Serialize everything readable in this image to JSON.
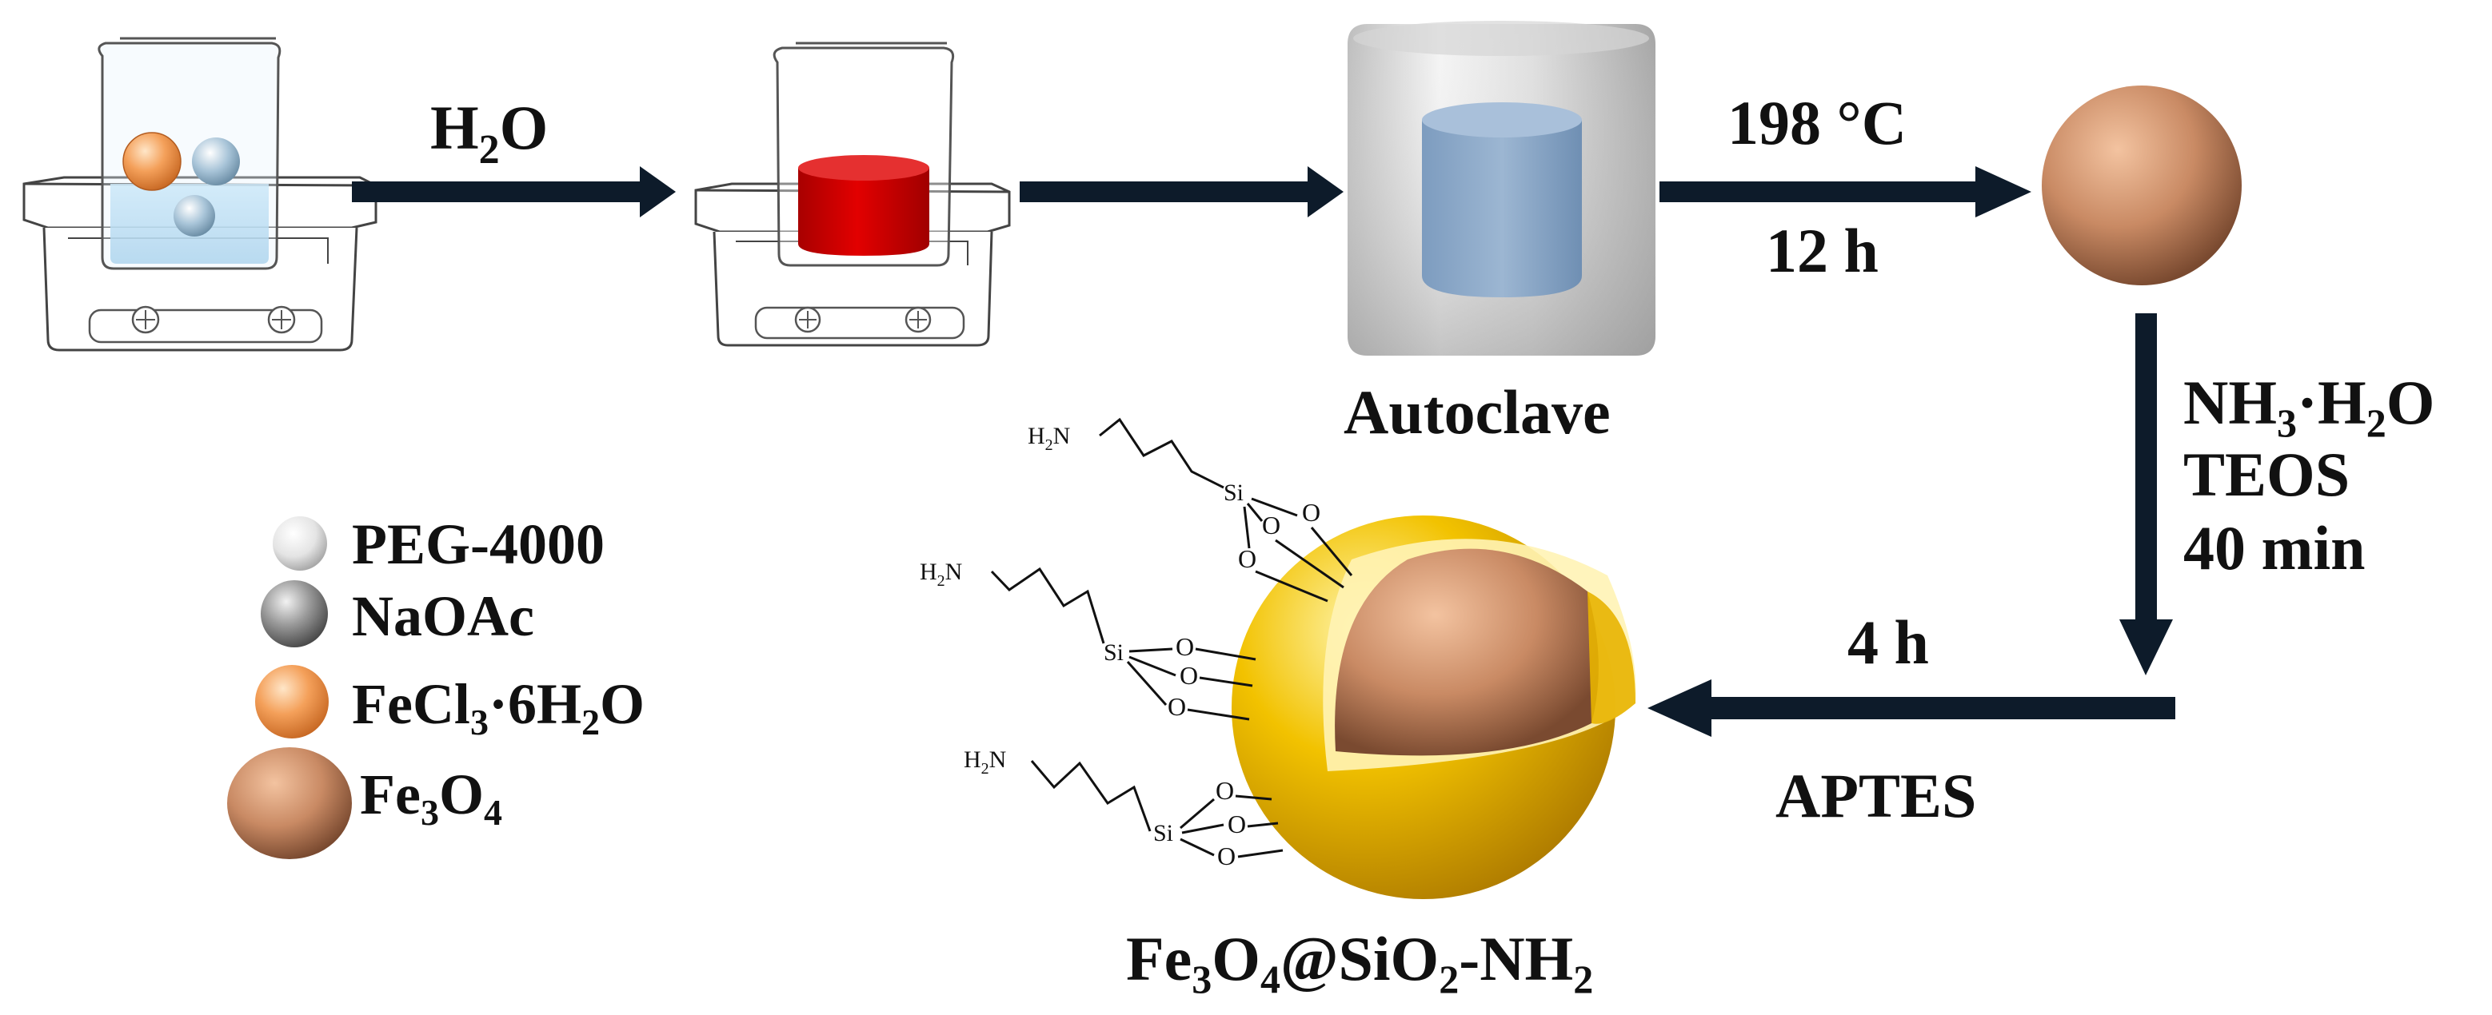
{
  "steps": {
    "water": {
      "main": "H",
      "sub": "2",
      "tail": "O"
    },
    "temperature": "198 °C",
    "time1": "12 h",
    "autoclave": "Autoclave",
    "reagent1": {
      "a": "NH",
      "a_sub": "3",
      "mid": "·H",
      "b_sub": "2",
      "tail": "O"
    },
    "reagent2": "TEOS",
    "time2": "40 min",
    "time3": "4 h",
    "reagent3": "APTES"
  },
  "legend": {
    "peg": "PEG-4000",
    "naoac": "NaOAc",
    "fecl3": {
      "a": "FeCl",
      "a_sub": "3",
      "mid": "·6H",
      "b_sub": "2",
      "tail": "O"
    },
    "fe3o4": {
      "a": "Fe",
      "a_sub": "3",
      "mid": "O",
      "b_sub": "4"
    }
  },
  "product": {
    "name": {
      "a": "Fe",
      "a_sub": "3",
      "b": "O",
      "b_sub": "4",
      "c": "@SiO",
      "c_sub": "2",
      "d": "-NH",
      "d_sub": "2"
    }
  },
  "chem": {
    "amine": {
      "a": "H",
      "a_sub": "2",
      "b": "N"
    },
    "si": "Si",
    "o": "O"
  },
  "colors": {
    "arrow": "#0d1b2a",
    "fe3o4": "#c98a64",
    "shell": "#f2c200",
    "solution": "#cc0000",
    "autoclave_liner": "#7d9cbf"
  }
}
